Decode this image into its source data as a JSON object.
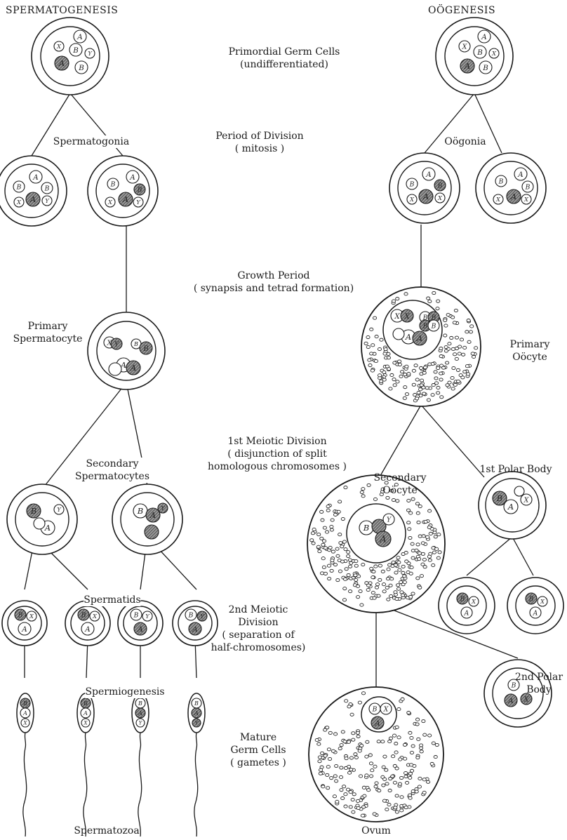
{
  "headers": {
    "left": "SPERMATOGENESIS",
    "right": "OÖGENESIS"
  },
  "stages": {
    "primordial": {
      "line1": "Primordial Germ Cells",
      "line2": "(undifferentiated)"
    },
    "division": {
      "line1": "Period of Division",
      "line2": "( mitosis )"
    },
    "growth": {
      "line1": "Growth Period",
      "line2": "( synapsis and tetrad formation)"
    },
    "meiosis1": {
      "line1": "1st Meiotic Division",
      "line2": "( disjunction of split",
      "line3": "homologous chromosomes )"
    },
    "meiosis2": {
      "line1": "2nd Meiotic",
      "line2": "Division",
      "line3": "( separation of",
      "line4": "half-chromosomes)"
    },
    "mature": {
      "line1": "Mature",
      "line2": "Germ Cells",
      "line3": "( gametes )"
    }
  },
  "cell_labels": {
    "spermatogonia": "Spermatogonia",
    "oogonia": "Oögonia",
    "primary_spermatocyte": {
      "line1": "Primary",
      "line2": "Spermatocyte"
    },
    "primary_oocyte": {
      "line1": "Primary",
      "line2": "Oöcyte"
    },
    "secondary_spermatocytes": {
      "line1": "Secondary",
      "line2": "Spermatocytes"
    },
    "secondary_oocyte": {
      "line1": "Secondary",
      "line2": "Oöcyte"
    },
    "first_polar_body": "1st Polar Body",
    "spermatids": "Spermatids",
    "spermiogenesis": "Spermiogenesis",
    "second_polar_body": {
      "line1": "2nd Polar",
      "line2": "Body"
    },
    "spermatozoa": "Spermatozoa",
    "ovum": "Ovum"
  },
  "chromosome_letters": [
    "A",
    "B",
    "X",
    "Y"
  ],
  "colors": {
    "ink": "#1a1a1a",
    "hatch": "#555555",
    "paper": "#ffffff"
  }
}
